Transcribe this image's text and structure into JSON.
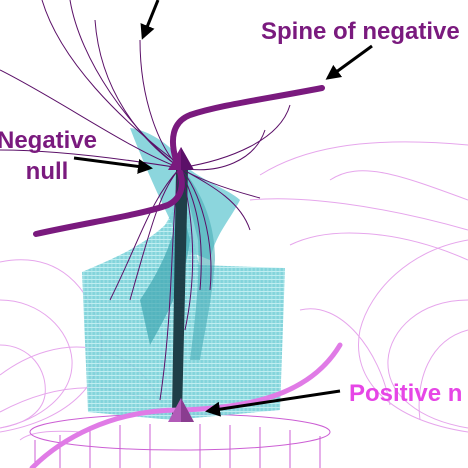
{
  "labels": {
    "spine": "Spine of negative",
    "negative_null_line1": "Negative",
    "negative_null_line2": "null",
    "positive_null": "Positive n"
  },
  "colors": {
    "purple": "#7a1a7e",
    "dark_purple": "#5b1068",
    "magenta": "#e07be6",
    "pink_line": "#e6a6ec",
    "cyan": "#7fd5dc",
    "cyan_dark": "#3fa7b1",
    "positive_label": "#e646e6",
    "arrow": "#000000"
  },
  "elements": {
    "fan_surface": "separatrix-fan-surface",
    "negative_null": "negative-null-marker",
    "positive_null": "positive-null-marker"
  }
}
